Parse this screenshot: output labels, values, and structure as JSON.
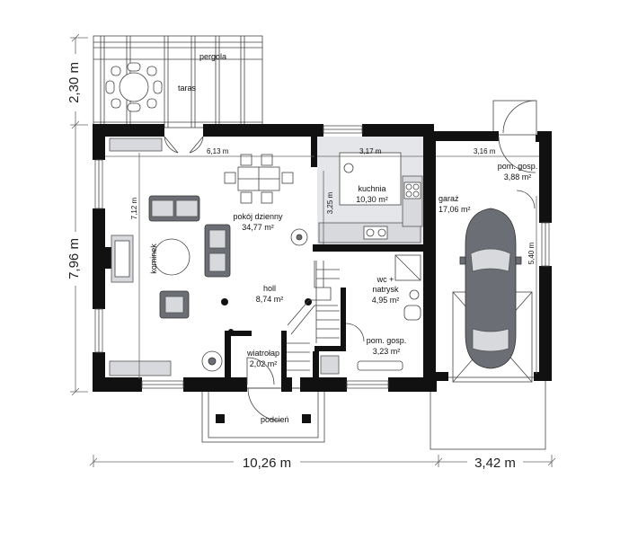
{
  "rooms": {
    "pergola": "pergola",
    "taras": "taras",
    "kuchnia": {
      "name": "kuchnia",
      "area": "10,30 m²"
    },
    "pokoj": {
      "name": "pokój dzienny",
      "area": "34,77 m²"
    },
    "holl": {
      "name": "holl",
      "area": "8,74 m²"
    },
    "wc": {
      "name1": "wc +",
      "name2": "natrysk",
      "area": "4,95 m²"
    },
    "pom_gosp_small": {
      "name": "pom. gosp.",
      "area": "3,23 m²"
    },
    "pom_gosp_garage": {
      "name": "pom. gosp.",
      "area": "3,88 m²"
    },
    "garaz": {
      "name": "garaż",
      "area": "17,06 m²"
    },
    "wiatrolap": {
      "name": "wiatrołap",
      "area": "2,02 m²"
    },
    "podcien": "podcień",
    "kominek": "kominek"
  },
  "dimensions": {
    "living_width": "6,13 m",
    "kitchen_width": "3,17 m",
    "garage_width": "3,16 m",
    "living_height": "7,12 m",
    "kitchen_height": "3,25 m",
    "garage_height": "5,40 m",
    "total_width_main": "10,26 m",
    "total_width_garage": "3,42 m",
    "depth_main": "7,96 m",
    "depth_terrace": "2,30 m"
  }
}
